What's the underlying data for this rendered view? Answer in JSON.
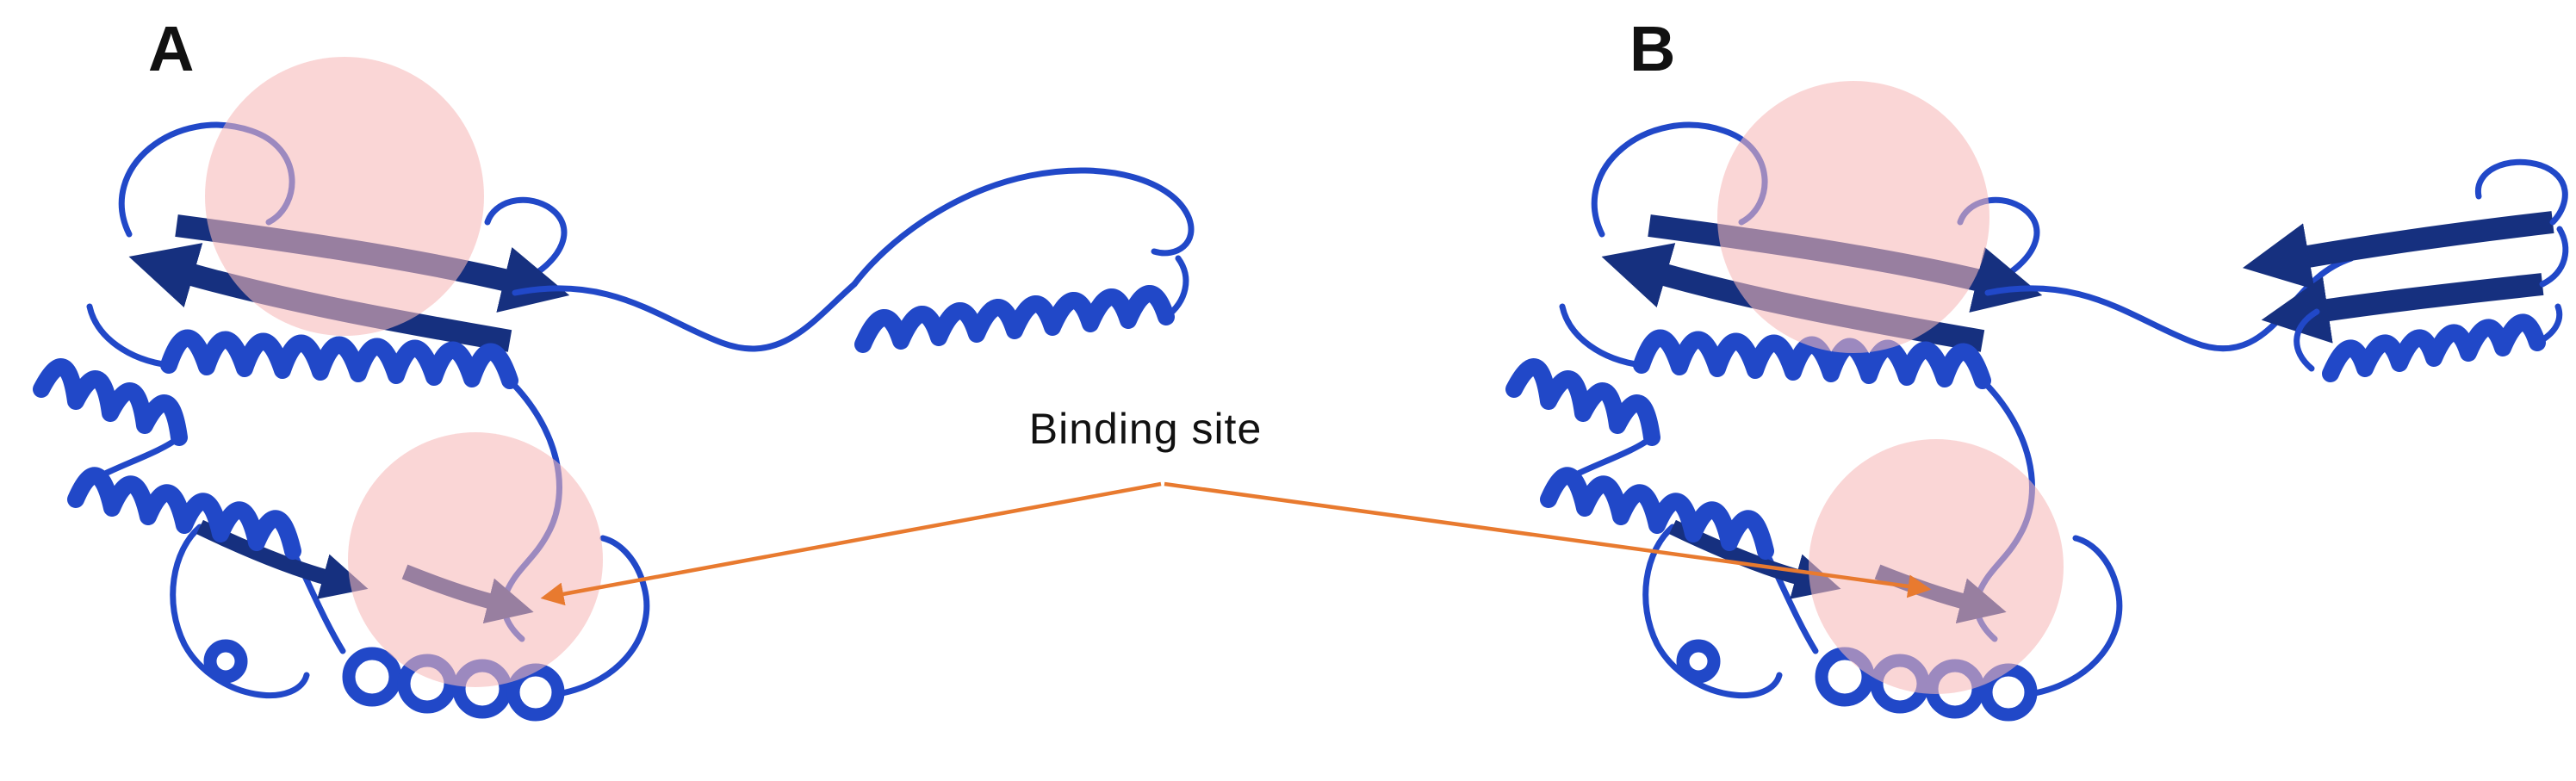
{
  "panels": [
    {
      "label": "A"
    },
    {
      "label": "B"
    }
  ],
  "annotation": {
    "label": "Binding site"
  },
  "colors": {
    "protein_blue": "#2148c8",
    "protein_navy": "#16307f",
    "highlight_pink": "#f6b8b8",
    "arrow_orange": "#e87a2f",
    "label_black": "#111111",
    "background": "#ffffff"
  }
}
